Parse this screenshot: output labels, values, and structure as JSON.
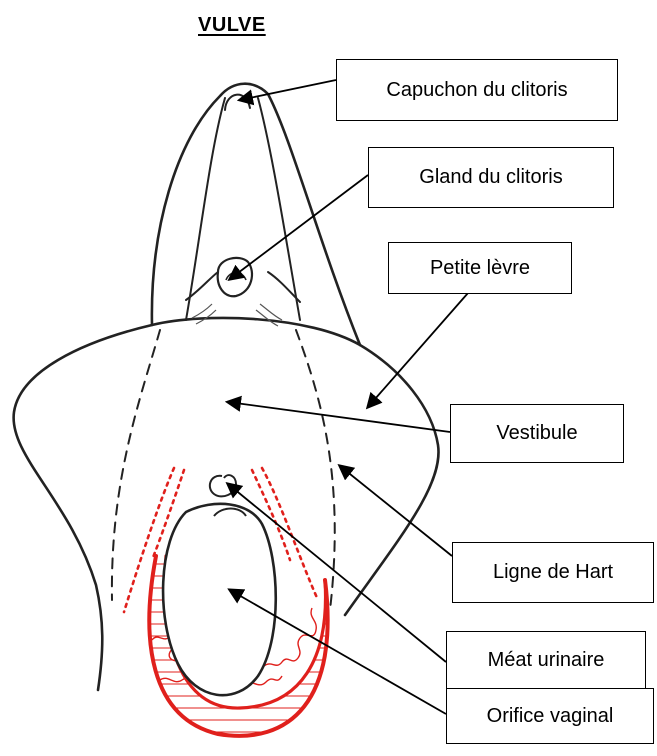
{
  "title": "VULVE",
  "labels": {
    "capuchon": "Capuchon du clitoris",
    "gland": "Gland du clitoris",
    "petite_levre": "Petite lèvre",
    "vestibule": "Vestibule",
    "ligne_hart": "Ligne de Hart",
    "meat": "Méat urinaire",
    "orifice": "Orifice vaginal"
  },
  "colors": {
    "ink": "#000000",
    "accent_red": "#e0201c",
    "background": "#ffffff"
  }
}
